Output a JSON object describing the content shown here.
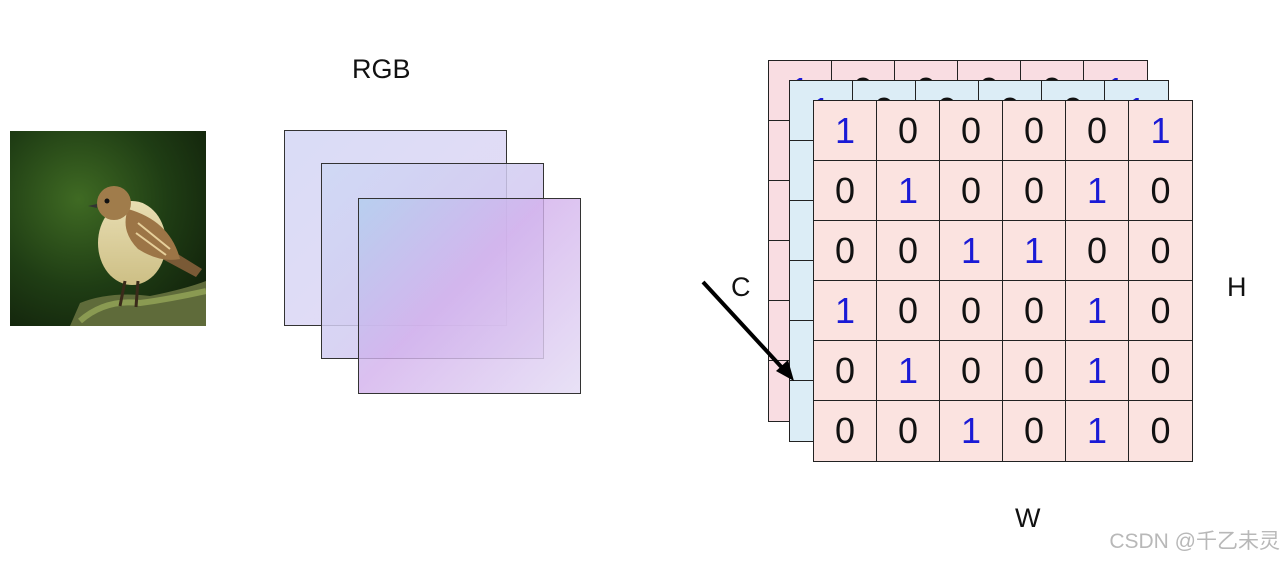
{
  "rgb_label": "RGB",
  "axis_labels": {
    "c": "C",
    "h": "H",
    "w": "W"
  },
  "matrix": [
    [
      1,
      0,
      0,
      0,
      0,
      1
    ],
    [
      0,
      1,
      0,
      0,
      1,
      0
    ],
    [
      0,
      0,
      1,
      1,
      0,
      0
    ],
    [
      1,
      0,
      0,
      0,
      1,
      0
    ],
    [
      0,
      1,
      0,
      0,
      1,
      0
    ],
    [
      0,
      0,
      1,
      0,
      1,
      0
    ]
  ],
  "back_layer_visible_digits": {
    "red": [
      "1",
      "0",
      "0",
      "0",
      "0",
      "1"
    ],
    "blue": [
      "1",
      "0",
      "0",
      "0",
      "0",
      "1"
    ]
  },
  "watermark": "CSDN @千乙未灵",
  "colors": {
    "one": "#1a1ad6",
    "zero": "#111111",
    "front_cell_bg": "#fbe3e0",
    "blue_layer_bg": "#dcedf6",
    "red_layer_bg": "#f9dde2"
  }
}
